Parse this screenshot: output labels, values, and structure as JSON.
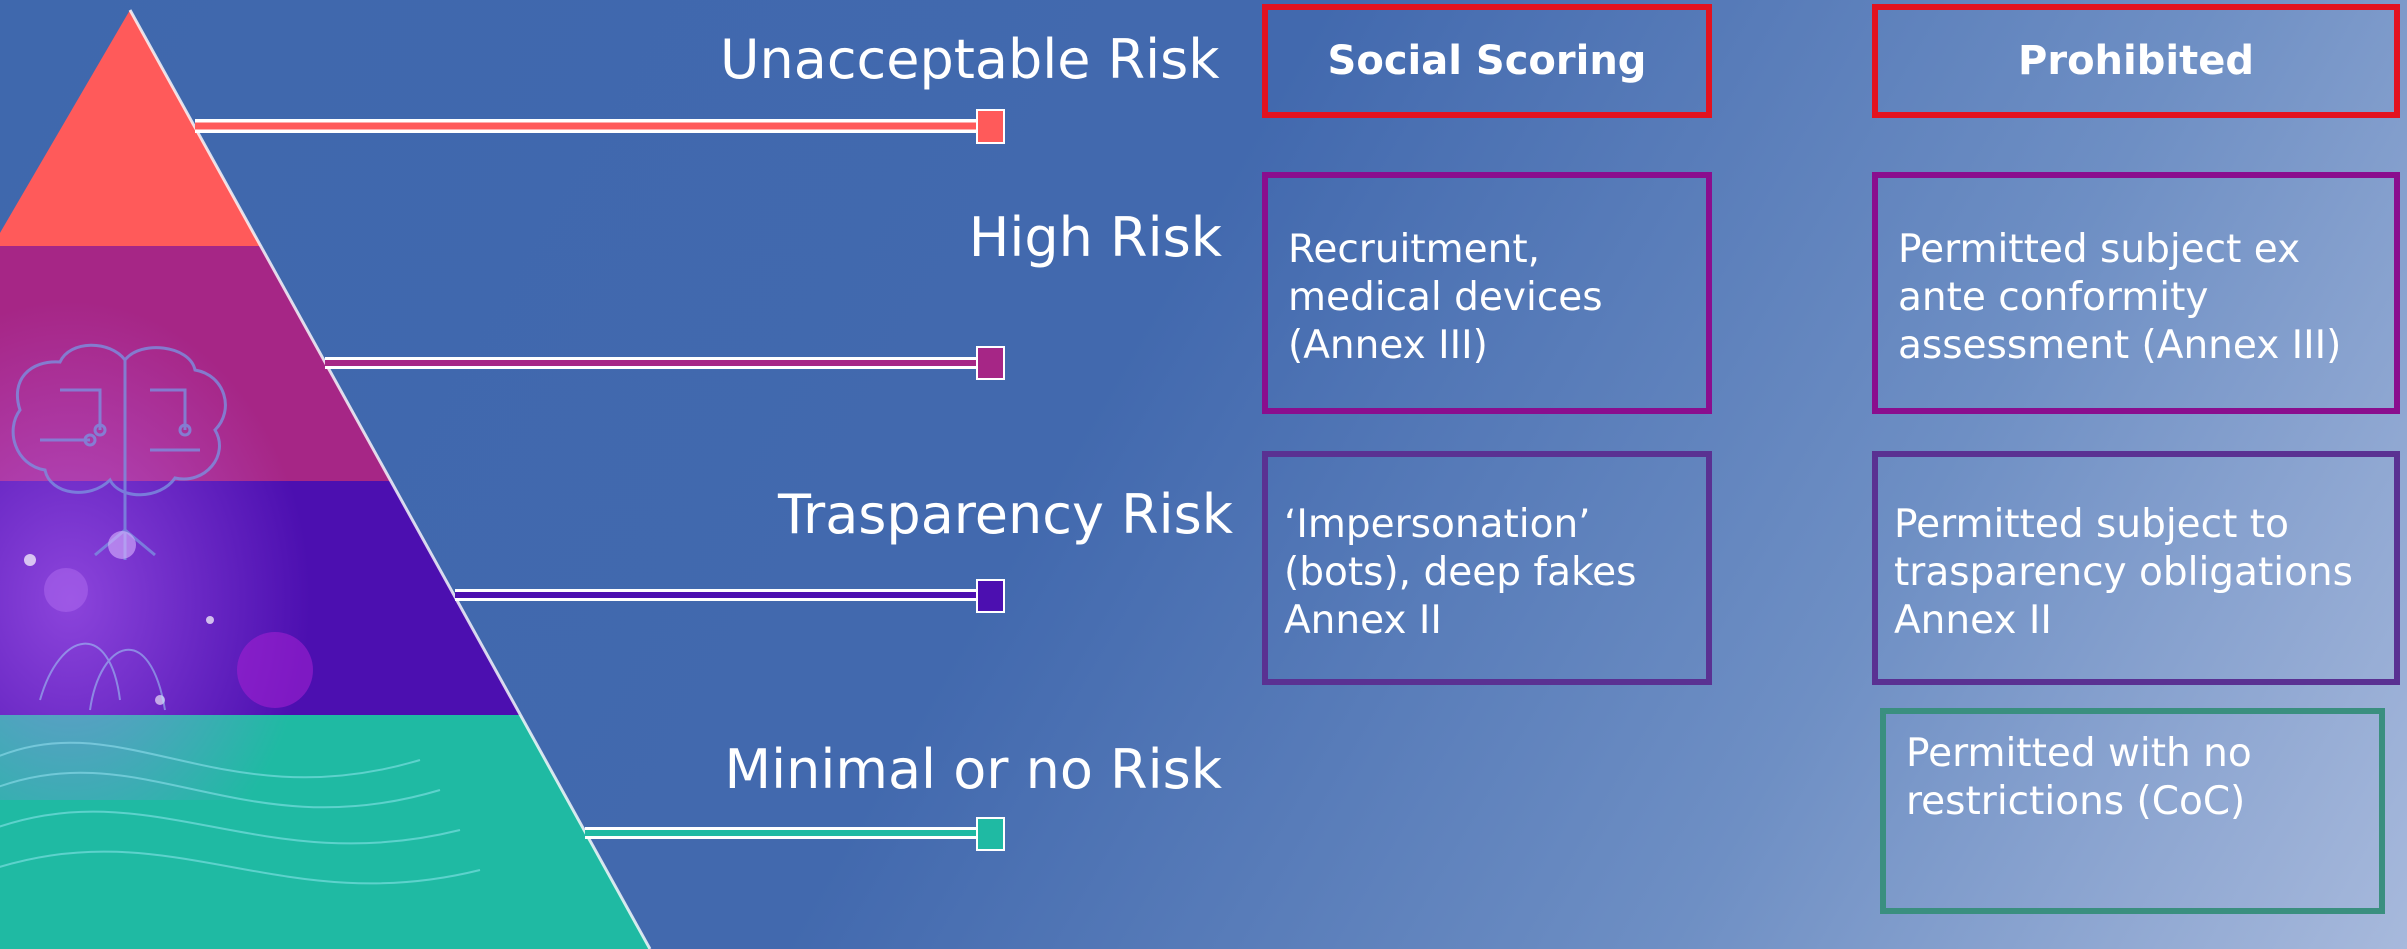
{
  "colors": {
    "unacceptable": "#ff5a5a",
    "high": "#a62686",
    "transparency": "#4c0fb0",
    "minimal": "#1fbaa3",
    "border_unacceptable": "#e3121f",
    "border_high": "#8a0e8e",
    "border_transparency": "#5a3192",
    "border_minimal": "#3a8f7f"
  },
  "levels": [
    {
      "label": "Unacceptable Risk",
      "example": "Social Scoring",
      "status": "Prohibited"
    },
    {
      "label": "High Risk",
      "example": "Recruitment,\nmedical devices\n(Annex III)",
      "status": "Permitted subject ex\nante conformity\nassessment (Annex III)"
    },
    {
      "label": "Trasparency Risk",
      "example": "‘Impersonation’\n(bots), deep fakes\nAnnex II",
      "status": "Permitted subject to\ntrasparency obligations\nAnnex II"
    },
    {
      "label": "Minimal or no Risk",
      "example": "",
      "status": "Permitted with no\nrestrictions (CoC)"
    }
  ]
}
